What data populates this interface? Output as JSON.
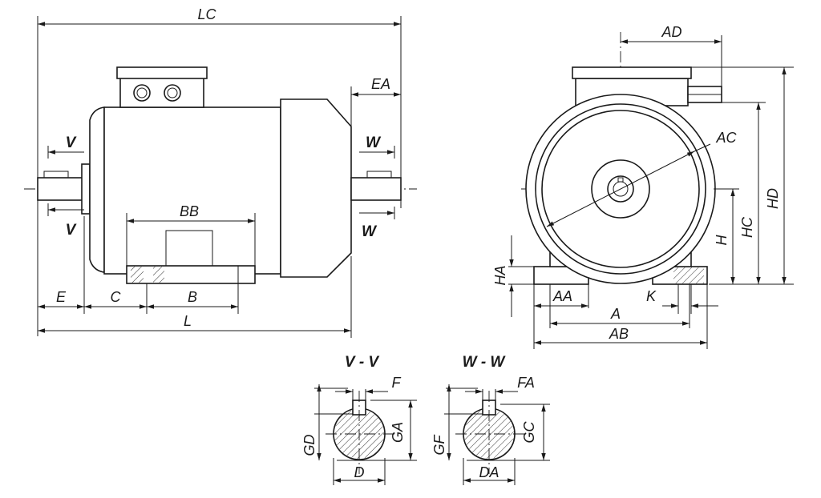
{
  "dimension_labels": {
    "lc": "LC",
    "ea": "EA",
    "v_top": "V",
    "v_bottom": "V",
    "w_top": "W",
    "w_bottom": "W",
    "bb": "BB",
    "e": "E",
    "c": "C",
    "b": "B",
    "l": "L",
    "ad": "AD",
    "ac": "AC",
    "hd": "HD",
    "hc": "HC",
    "h": "H",
    "ha": "HA",
    "aa": "AA",
    "k": "K",
    "a": "A",
    "ab": "AB",
    "f": "F",
    "ga": "GA",
    "gd": "GD",
    "d": "D",
    "fa": "FA",
    "gc": "GC",
    "gf": "GF",
    "da": "DA"
  },
  "section_titles": {
    "vv": "V - V",
    "ww": "W - W"
  }
}
